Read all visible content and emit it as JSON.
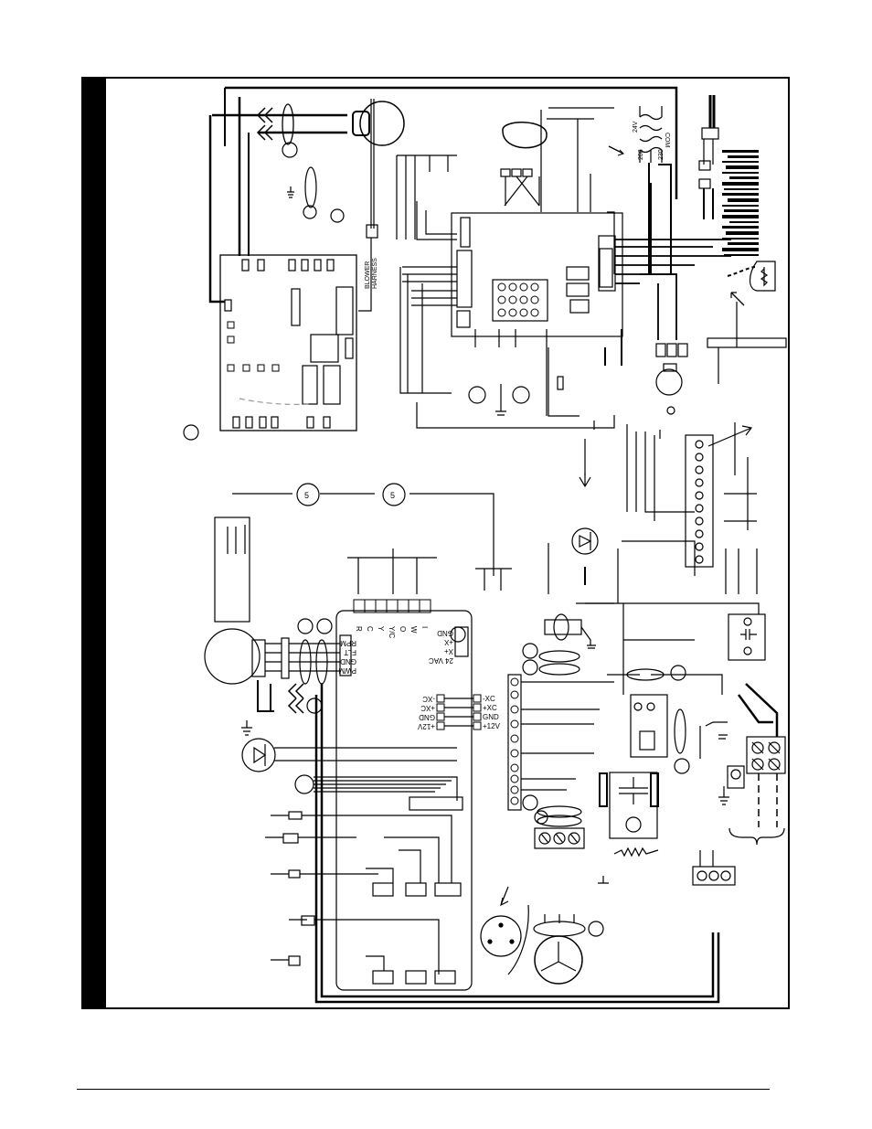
{
  "transformer": {
    "v24": "24V",
    "v208": "208",
    "v230": "230",
    "com": "COM"
  },
  "harness": {
    "line1": "BLOWER",
    "line2": "HARNESS"
  },
  "control_terminals": [
    "R",
    "C",
    "Y",
    "Y/C",
    "O",
    "W",
    "I"
  ],
  "motor_connector": [
    "RPM",
    "FLT",
    "GND",
    "PWM"
  ],
  "comm_connector": [
    "GND",
    "+X",
    "X+",
    "24 VAC"
  ],
  "data_bus_left": [
    "-XC",
    "+XC",
    "GND",
    "+12V"
  ],
  "data_bus_right": [
    "-XC",
    "+XC",
    "GND",
    "+12V"
  ],
  "limit_numbers": [
    "5",
    "5"
  ]
}
